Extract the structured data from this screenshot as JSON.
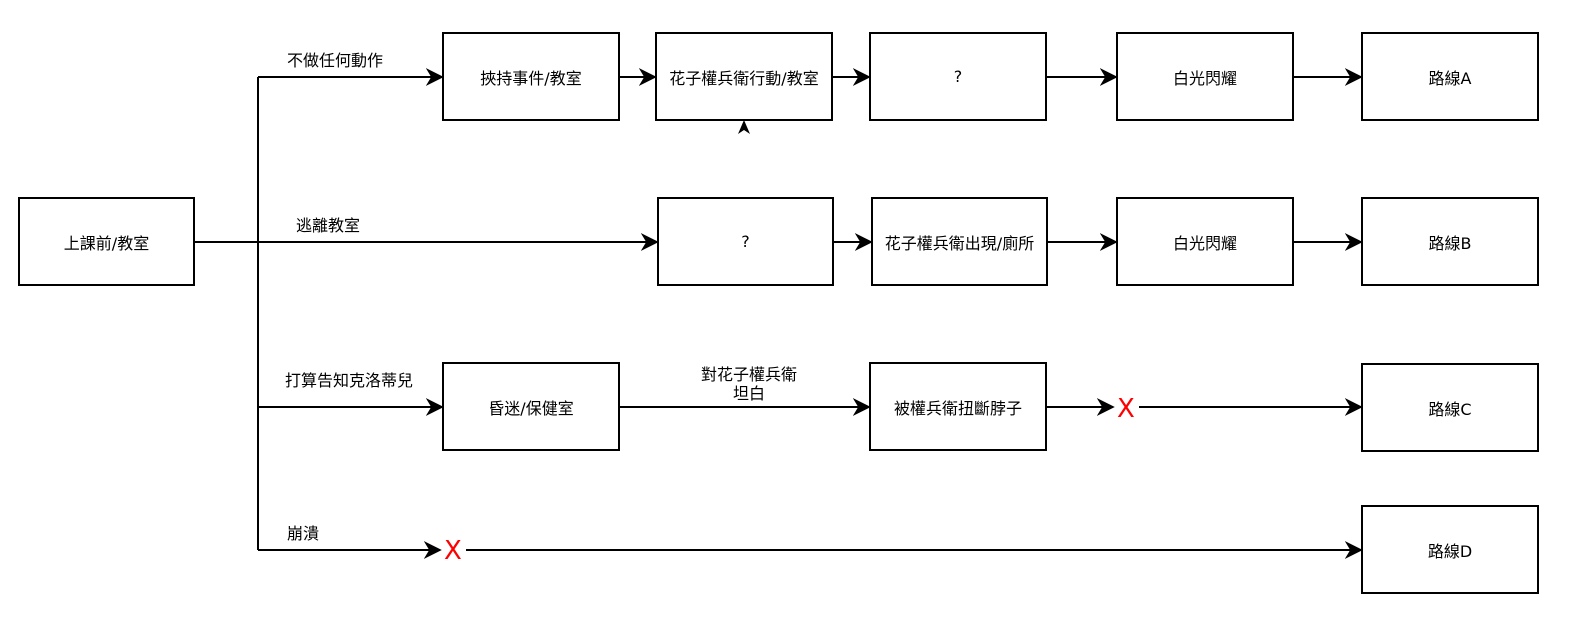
{
  "nodes": {
    "start": "上課前/教室",
    "a1": "挾持事件/教室",
    "a2": "花子權兵衛行動/教室",
    "a3": "?",
    "a4": "白光閃耀",
    "a5": "路線A",
    "b1": "?",
    "b2": "花子權兵衛出現/廁所",
    "b3": "白光閃耀",
    "b4": "路線B",
    "c1": "昏迷/保健室",
    "c2": "被權兵衛扭斷脖子",
    "c3": "路線C",
    "d1": "路線D"
  },
  "edges": {
    "branch_a": "不做任何動作",
    "branch_b": "逃離教室",
    "branch_c": "打算告知克洛蒂兒",
    "branch_d": "崩潰",
    "c_line1": "對花子權兵衛",
    "c_line2": "坦白"
  },
  "marks": {
    "x_c": "X",
    "x_d": "X"
  },
  "colors": {
    "stroke": "#000000",
    "x_mark": "#ff0000"
  }
}
